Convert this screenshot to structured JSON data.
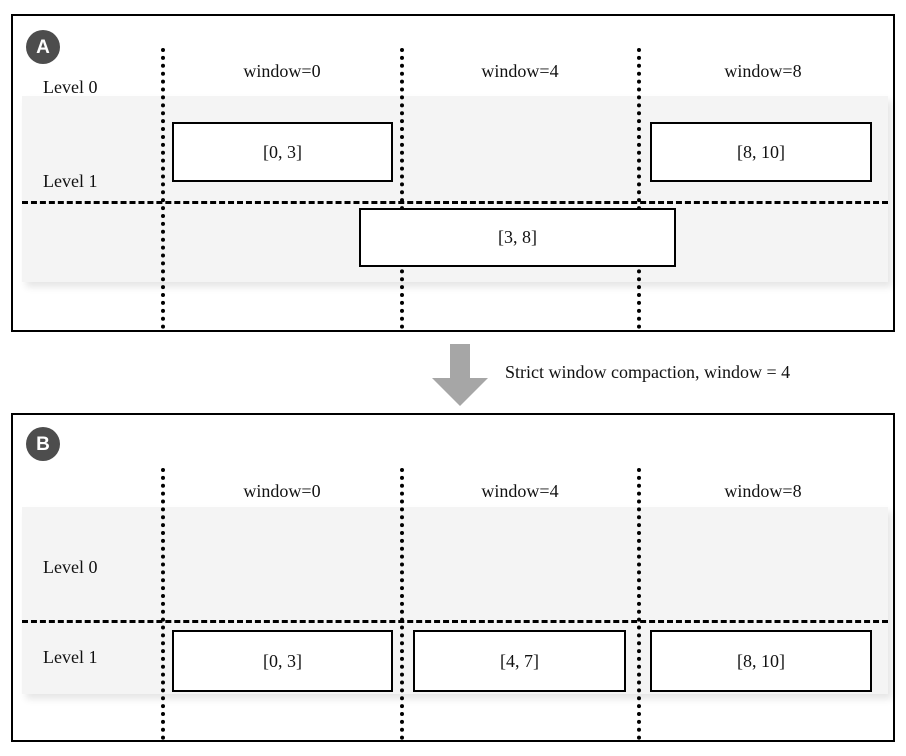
{
  "figure": {
    "accent_color": "#4d4d4d",
    "band_color": "#f4f4f4",
    "arrow_color": "#a6a6a6",
    "line_color": "#000000"
  },
  "panels": [
    {
      "id": "A",
      "badge_label": "A",
      "level_labels": [
        "Level 0",
        "Level 1"
      ],
      "window_labels": [
        "window=0",
        "window=4",
        "window=8"
      ],
      "boxes": [
        {
          "label": "[0, 3]",
          "level": "Level 0",
          "window": "window=0"
        },
        {
          "label": "[8, 10]",
          "level": "Level 0",
          "window": "window=8"
        },
        {
          "label": "[3, 8]",
          "level": "Level 1",
          "window": "window=4"
        }
      ]
    },
    {
      "id": "B",
      "badge_label": "B",
      "level_labels": [
        "Level 0",
        "Level 1"
      ],
      "window_labels": [
        "window=0",
        "window=4",
        "window=8"
      ],
      "boxes": [
        {
          "label": "[0, 3]",
          "level": "Level 1",
          "window": "window=0"
        },
        {
          "label": "[4, 7]",
          "level": "Level 1",
          "window": "window=4"
        },
        {
          "label": "[8, 10]",
          "level": "Level 1",
          "window": "window=8"
        }
      ]
    }
  ],
  "transition": {
    "caption": "Strict window compaction, window = 4",
    "arrow_direction": "down"
  }
}
